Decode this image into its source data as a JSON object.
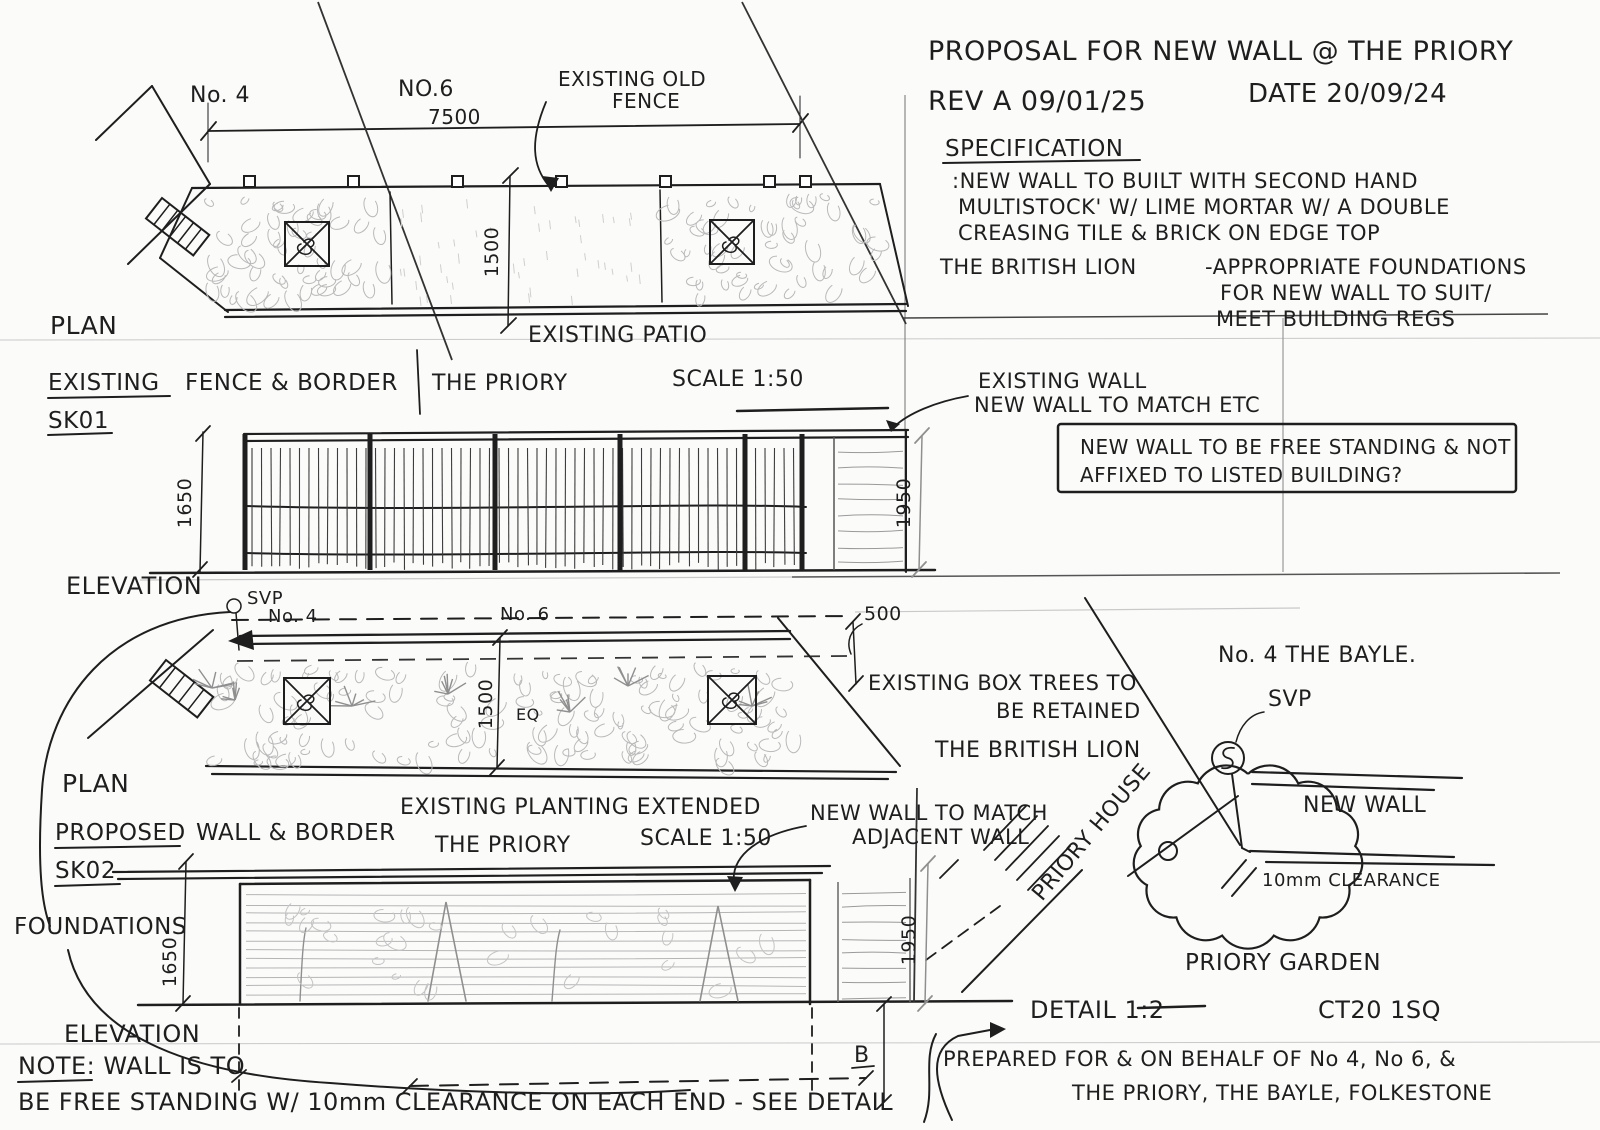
{
  "style": {
    "ink": "#1e1e1e",
    "pencil": "#8f8f8f",
    "paper": "#fbfbfa"
  },
  "header": {
    "title": "PROPOSAL FOR NEW WALL @ THE PRIORY",
    "revision": "REV A 09/01/25",
    "date": "DATE 20/09/24"
  },
  "spec": {
    "heading": "SPECIFICATION",
    "line1": ":NEW WALL TO BUILT WITH SECOND HAND",
    "line2": "MULTISTOCK' W/ LIME MORTAR W/ A DOUBLE",
    "line3": "CREASING TILE & BRICK ON EDGE TOP",
    "neighbour": "THE BRITISH LION",
    "found1": "-APPROPRIATE FOUNDATIONS",
    "found2": "FOR NEW WALL TO SUIT/",
    "found3": "MEET BUILDING REGS"
  },
  "sk01": {
    "no4": "No. 4",
    "no6": "NO.6",
    "dim7500": "7500",
    "old_fence1": "EXISTING OLD",
    "old_fence2": "FENCE",
    "dim1500": "1500",
    "patio": "EXISTING PATIO",
    "plan": "PLAN",
    "title_word1": "EXISTING",
    "title_rest": "FENCE & BORDER",
    "number": "SK01",
    "location": "THE PRIORY",
    "scale": "SCALE 1:50",
    "dim1650": "1650",
    "dim1950": "1950",
    "elevation": "ELEVATION",
    "existing_wall": "EXISTING WALL",
    "new_wall_match": "NEW WALL TO MATCH ETC",
    "note1": "NEW WALL TO BE FREE STANDING & NOT",
    "note2": "AFFIXED TO LISTED BUILDING?"
  },
  "sk02": {
    "svp": "SVP",
    "no4": "No. 4",
    "no6": "No. 6",
    "dim500": "500",
    "boxtrees1": "EXISTING BOX TREES TO",
    "boxtrees2": "BE RETAINED",
    "bayle": "No. 4 THE BAYLE.",
    "british_lion": "THE BRITISH LION",
    "svp2": "SVP",
    "priory_house": "PRIORY HOUSE",
    "new_wall": "NEW WALL",
    "clearance": "10mm CLEARANCE",
    "dim1500": "1500",
    "eq": "EQ",
    "planting": "EXISTING PLANTING EXTENDED",
    "plan": "PLAN",
    "title_word1": "PROPOSED",
    "title_rest": "WALL & BORDER",
    "number": "SK02",
    "location": "THE PRIORY",
    "scale": "SCALE 1:50",
    "match1": "NEW WALL TO MATCH",
    "match2": "ADJACENT WALL",
    "dim1650": "1650",
    "dim1950": "1950",
    "dimB": "B",
    "foundations": "FOUNDATIONS",
    "elevation": "ELEVATION",
    "garden": "PRIORY GARDEN"
  },
  "footer": {
    "note1": "NOTE: WALL IS TO",
    "note2": "BE FREE STANDING W/ 10mm CLEARANCE ON EACH END - SEE DETAIL",
    "detail": "DETAIL 1:2",
    "postcode": "CT20 1SQ",
    "prepared1": "PREPARED FOR & ON BEHALF OF No 4, No 6, &",
    "prepared2": "THE PRIORY, THE BAYLE, FOLKESTONE"
  }
}
